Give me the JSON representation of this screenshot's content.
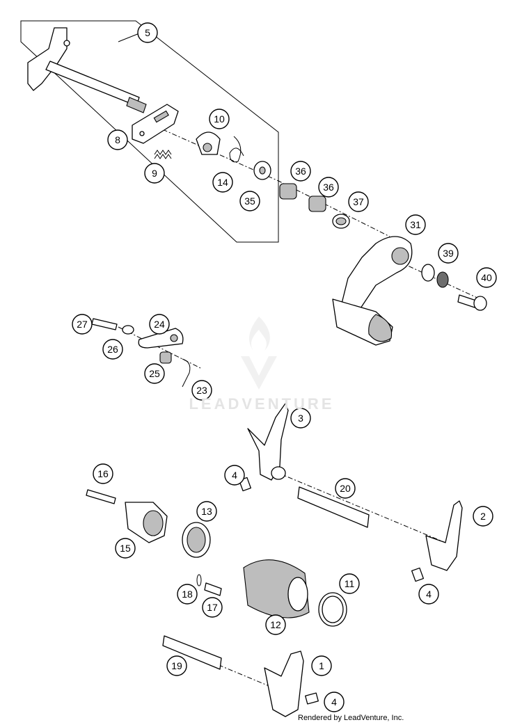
{
  "callouts": [
    "1",
    "2",
    "3",
    "4",
    "4",
    "4",
    "5",
    "8",
    "9",
    "10",
    "11",
    "12",
    "13",
    "14",
    "15",
    "16",
    "17",
    "18",
    "19",
    "20",
    "23",
    "24",
    "25",
    "26",
    "27",
    "31",
    "35",
    "36",
    "36",
    "37",
    "39",
    "40"
  ],
  "watermark": "LEADVENTURE",
  "footer": "Rendered by LeadVenture, Inc.",
  "colors": {
    "line": "#000000",
    "shade": "#bdbdbd",
    "watermark": "#e4e4e4"
  }
}
